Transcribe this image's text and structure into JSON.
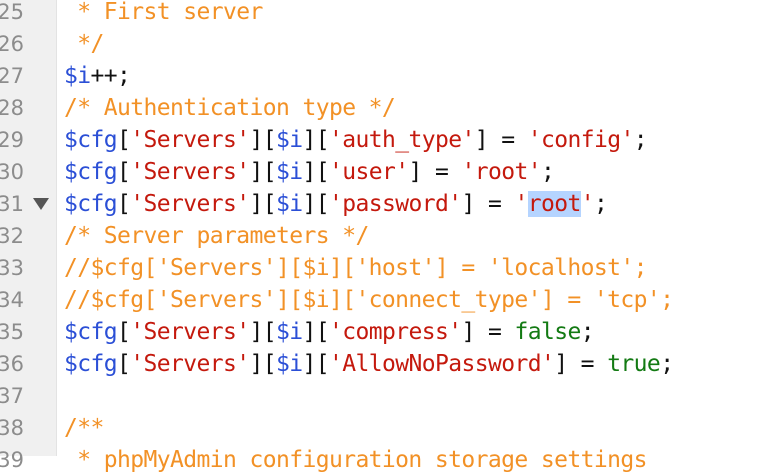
{
  "editor": {
    "lines": [
      {
        "number": "25",
        "parts": [
          {
            "t": " * First server",
            "c": "comment"
          }
        ]
      },
      {
        "number": "26",
        "parts": [
          {
            "t": " */",
            "c": "comment"
          }
        ]
      },
      {
        "number": "27",
        "parts": [
          {
            "t": "$i",
            "c": "var"
          },
          {
            "t": "++;",
            "c": "op"
          }
        ]
      },
      {
        "number": "28",
        "parts": [
          {
            "t": "/* Authentication type */",
            "c": "comment"
          }
        ]
      },
      {
        "number": "29",
        "parts": [
          {
            "t": "$cfg",
            "c": "var"
          },
          {
            "t": "[",
            "c": "op"
          },
          {
            "t": "'Servers'",
            "c": "str"
          },
          {
            "t": "][",
            "c": "op"
          },
          {
            "t": "$i",
            "c": "var"
          },
          {
            "t": "][",
            "c": "op"
          },
          {
            "t": "'auth_type'",
            "c": "str"
          },
          {
            "t": "] = ",
            "c": "op"
          },
          {
            "t": "'config'",
            "c": "str"
          },
          {
            "t": ";",
            "c": "op"
          }
        ]
      },
      {
        "number": "30",
        "parts": [
          {
            "t": "$cfg",
            "c": "var"
          },
          {
            "t": "[",
            "c": "op"
          },
          {
            "t": "'Servers'",
            "c": "str"
          },
          {
            "t": "][",
            "c": "op"
          },
          {
            "t": "$i",
            "c": "var"
          },
          {
            "t": "][",
            "c": "op"
          },
          {
            "t": "'user'",
            "c": "str"
          },
          {
            "t": "] = ",
            "c": "op"
          },
          {
            "t": "'root'",
            "c": "str"
          },
          {
            "t": ";",
            "c": "op"
          }
        ]
      },
      {
        "number": "31",
        "fold": true,
        "parts": [
          {
            "t": "$cfg",
            "c": "var"
          },
          {
            "t": "[",
            "c": "op"
          },
          {
            "t": "'Servers'",
            "c": "str"
          },
          {
            "t": "][",
            "c": "op"
          },
          {
            "t": "$i",
            "c": "var"
          },
          {
            "t": "][",
            "c": "op"
          },
          {
            "t": "'password'",
            "c": "str"
          },
          {
            "t": "] = ",
            "c": "op"
          },
          {
            "t": "'",
            "c": "str"
          },
          {
            "t": "root",
            "c": "str sel"
          },
          {
            "t": "'",
            "c": "str"
          },
          {
            "t": ";",
            "c": "op"
          }
        ]
      },
      {
        "number": "32",
        "parts": [
          {
            "t": "/* Server parameters */",
            "c": "comment"
          }
        ]
      },
      {
        "number": "33",
        "parts": [
          {
            "t": "//$cfg['Servers'][$i]['host'] = 'localhost';",
            "c": "comment"
          }
        ]
      },
      {
        "number": "34",
        "parts": [
          {
            "t": "//$cfg['Servers'][$i]['connect_type'] = 'tcp';",
            "c": "comment"
          }
        ]
      },
      {
        "number": "35",
        "parts": [
          {
            "t": "$cfg",
            "c": "var"
          },
          {
            "t": "[",
            "c": "op"
          },
          {
            "t": "'Servers'",
            "c": "str"
          },
          {
            "t": "][",
            "c": "op"
          },
          {
            "t": "$i",
            "c": "var"
          },
          {
            "t": "][",
            "c": "op"
          },
          {
            "t": "'compress'",
            "c": "str"
          },
          {
            "t": "] = ",
            "c": "op"
          },
          {
            "t": "false",
            "c": "kw"
          },
          {
            "t": ";",
            "c": "op"
          }
        ]
      },
      {
        "number": "36",
        "parts": [
          {
            "t": "$cfg",
            "c": "var"
          },
          {
            "t": "[",
            "c": "op"
          },
          {
            "t": "'Servers'",
            "c": "str"
          },
          {
            "t": "][",
            "c": "op"
          },
          {
            "t": "$i",
            "c": "var"
          },
          {
            "t": "][",
            "c": "op"
          },
          {
            "t": "'AllowNoPassword'",
            "c": "str"
          },
          {
            "t": "] = ",
            "c": "op"
          },
          {
            "t": "true",
            "c": "kw"
          },
          {
            "t": ";",
            "c": "op"
          }
        ]
      },
      {
        "number": "37",
        "parts": []
      },
      {
        "number": "38",
        "parts": [
          {
            "t": "/**",
            "c": "comment"
          }
        ]
      },
      {
        "number": "39",
        "parts": [
          {
            "t": " * phpMyAdmin configuration storage settings",
            "c": "comment"
          }
        ]
      }
    ]
  },
  "colors": {
    "comment": "#f29126",
    "variable": "#2b4fd6",
    "string": "#c4190d",
    "operator": "#111111",
    "keyword": "#137a13",
    "selection": "#b5d4ff",
    "gutter": "#f0f0f0"
  },
  "icons": {
    "fold": "fold-triangle-icon"
  }
}
